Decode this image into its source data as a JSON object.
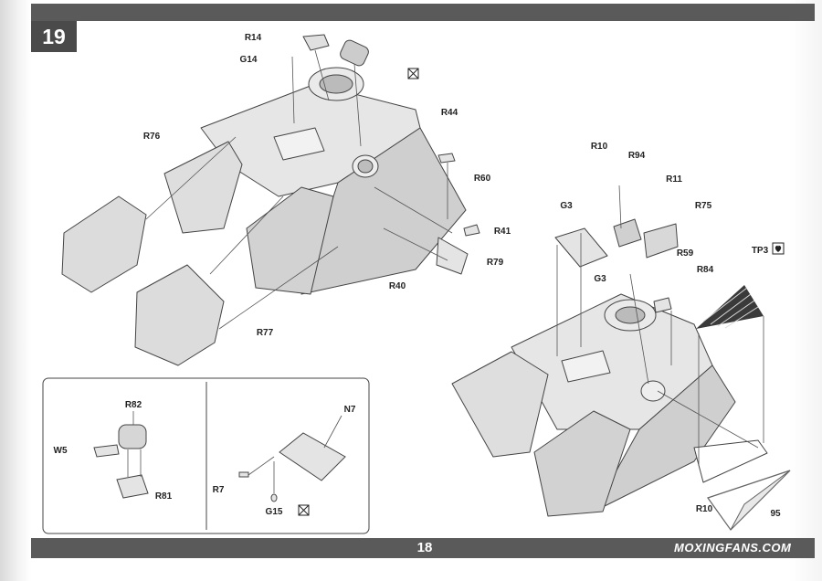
{
  "step": {
    "number": "19"
  },
  "footer": {
    "page_number": "18",
    "watermark": "MOXINGFANS.COM"
  },
  "main_assembly": {
    "labels": [
      "R14",
      "G14",
      "R44",
      "R76",
      "R60",
      "R41",
      "R79",
      "R40",
      "R77"
    ]
  },
  "right_assembly": {
    "labels": [
      "R10",
      "R94",
      "R11",
      "R75",
      "G3",
      "R59",
      "TP3",
      "R84",
      "G3",
      "R10",
      "95"
    ]
  },
  "inset_left": {
    "labels": [
      "R82",
      "W5",
      "R81"
    ]
  },
  "inset_right": {
    "labels": [
      "N7",
      "R7",
      "G15"
    ]
  },
  "icons": [
    "cement-cross-icon",
    "cement-cross-icon",
    "photo-etch-icon"
  ]
}
